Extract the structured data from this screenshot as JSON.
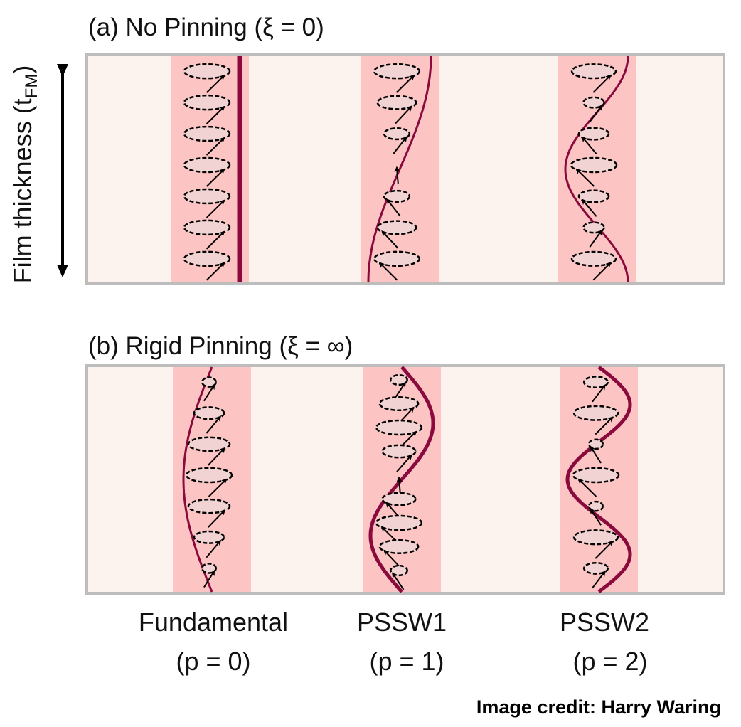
{
  "axis_label": {
    "main": "Film thickness (t",
    "sub": "FM",
    "close": ")"
  },
  "panels": [
    {
      "title": "(a) No Pinning (ξ  = 0)",
      "pinning": "none"
    },
    {
      "title": "(b) Rigid Pinning (ξ  = ∞)",
      "pinning": "rigid"
    }
  ],
  "modes": [
    {
      "name": "Fundamental",
      "p_label": "(p = 0)",
      "p": 0
    },
    {
      "name": "PSSW1",
      "p_label": "(p = 1)",
      "p": 1
    },
    {
      "name": "PSSW2",
      "p_label": "(p = 2)",
      "p": 2
    }
  ],
  "credit": "Image credit: Harry Waring",
  "colors": {
    "panel_bg": "#fdf3ee",
    "stripe": "#fcc5c3",
    "border": "#bdbdbd",
    "curve": "#8b0a3e",
    "ellipse_fill": "#f1d3d3"
  }
}
